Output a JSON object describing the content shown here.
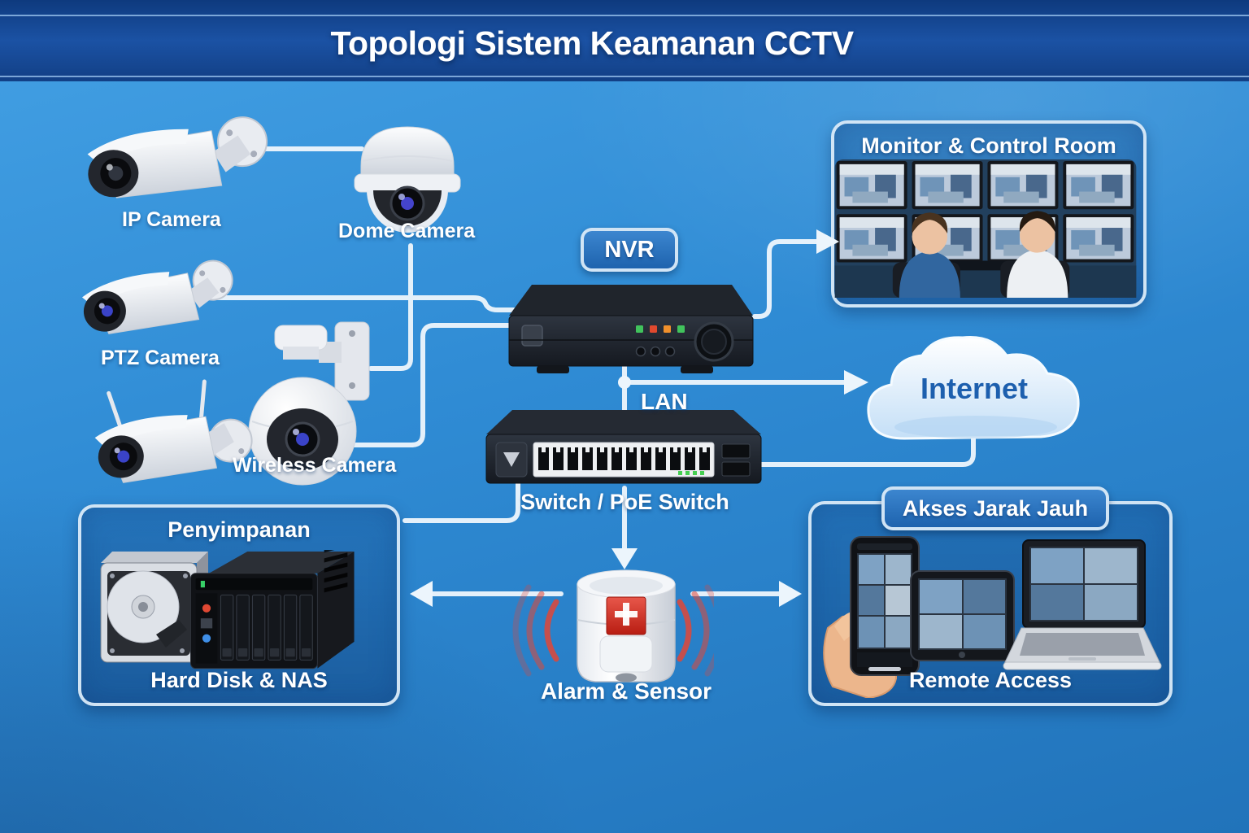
{
  "header": {
    "title": "Topologi Sistem Keamanan CCTV"
  },
  "cameras": {
    "ip": {
      "label": "IP Camera"
    },
    "dome": {
      "label": "Dome Camera"
    },
    "ptz": {
      "label": "PTZ Camera"
    },
    "wireless": {
      "label": "Wireless Camera"
    }
  },
  "core": {
    "nvr": {
      "label": "NVR"
    },
    "lan": {
      "label": "LAN"
    },
    "switch": {
      "label": "Switch / PoE Switch"
    }
  },
  "monitor_room": {
    "title": "Monitor & Control Room"
  },
  "internet": {
    "label": "Internet"
  },
  "storage": {
    "title": "Penyimpanan",
    "caption": "Hard Disk & NAS"
  },
  "alarm": {
    "caption": "Alarm & Sensor"
  },
  "remote": {
    "title": "Akses Jarak Jauh",
    "caption": "Remote Access"
  },
  "colors": {
    "background": "#2f8bd4",
    "header_band": "#16478f",
    "connector": "#ecf5fc",
    "pill_fill": "#2574c0",
    "internet_text": "#1d5fae",
    "alarm_wave": "#e04737",
    "led_green": "#41c35c",
    "led_red": "#e0492e",
    "led_orange": "#f0902c"
  }
}
